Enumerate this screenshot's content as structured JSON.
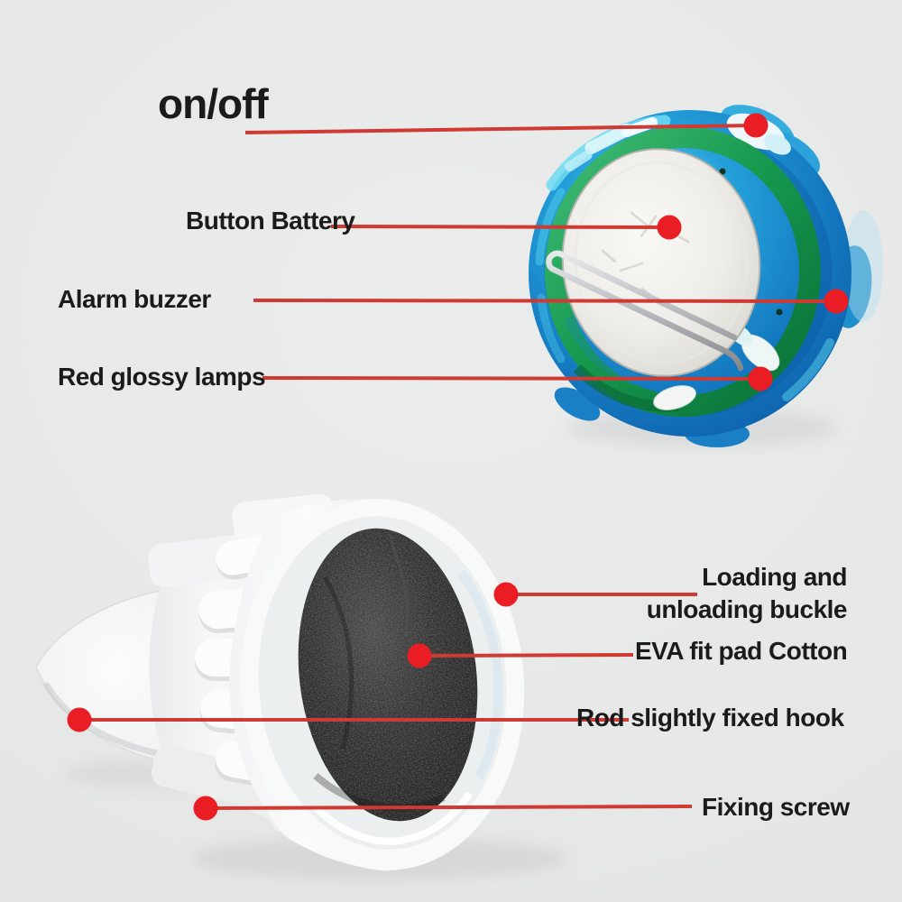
{
  "colors": {
    "background": "#e6e7e7",
    "label_text": "#1b1b1b",
    "callout_line": "#cf3a33",
    "callout_dot": "#ea1c24",
    "cap_blue": "#249fd9",
    "pcb_green": "#169a4f",
    "battery_silver": "#eeede9",
    "knob_white": "#f8f8f8",
    "foam_black": "#2a2a2a"
  },
  "callouts": {
    "on_off": {
      "text": "on/off"
    },
    "button_battery": {
      "text": "Button Battery"
    },
    "alarm_buzzer": {
      "text": "Alarm buzzer"
    },
    "red_glossy_lamps": {
      "text": "Red glossy lamps"
    },
    "loading_unloading_buckle": {
      "text": "Loading and unloading buckle"
    },
    "eva_fit_pad": {
      "text": "EVA fit pad Cotton"
    },
    "rod_fixed_hook": {
      "text": "Rod slightly fixed hook"
    },
    "fixing_screw": {
      "text": "Fixing screw"
    }
  }
}
